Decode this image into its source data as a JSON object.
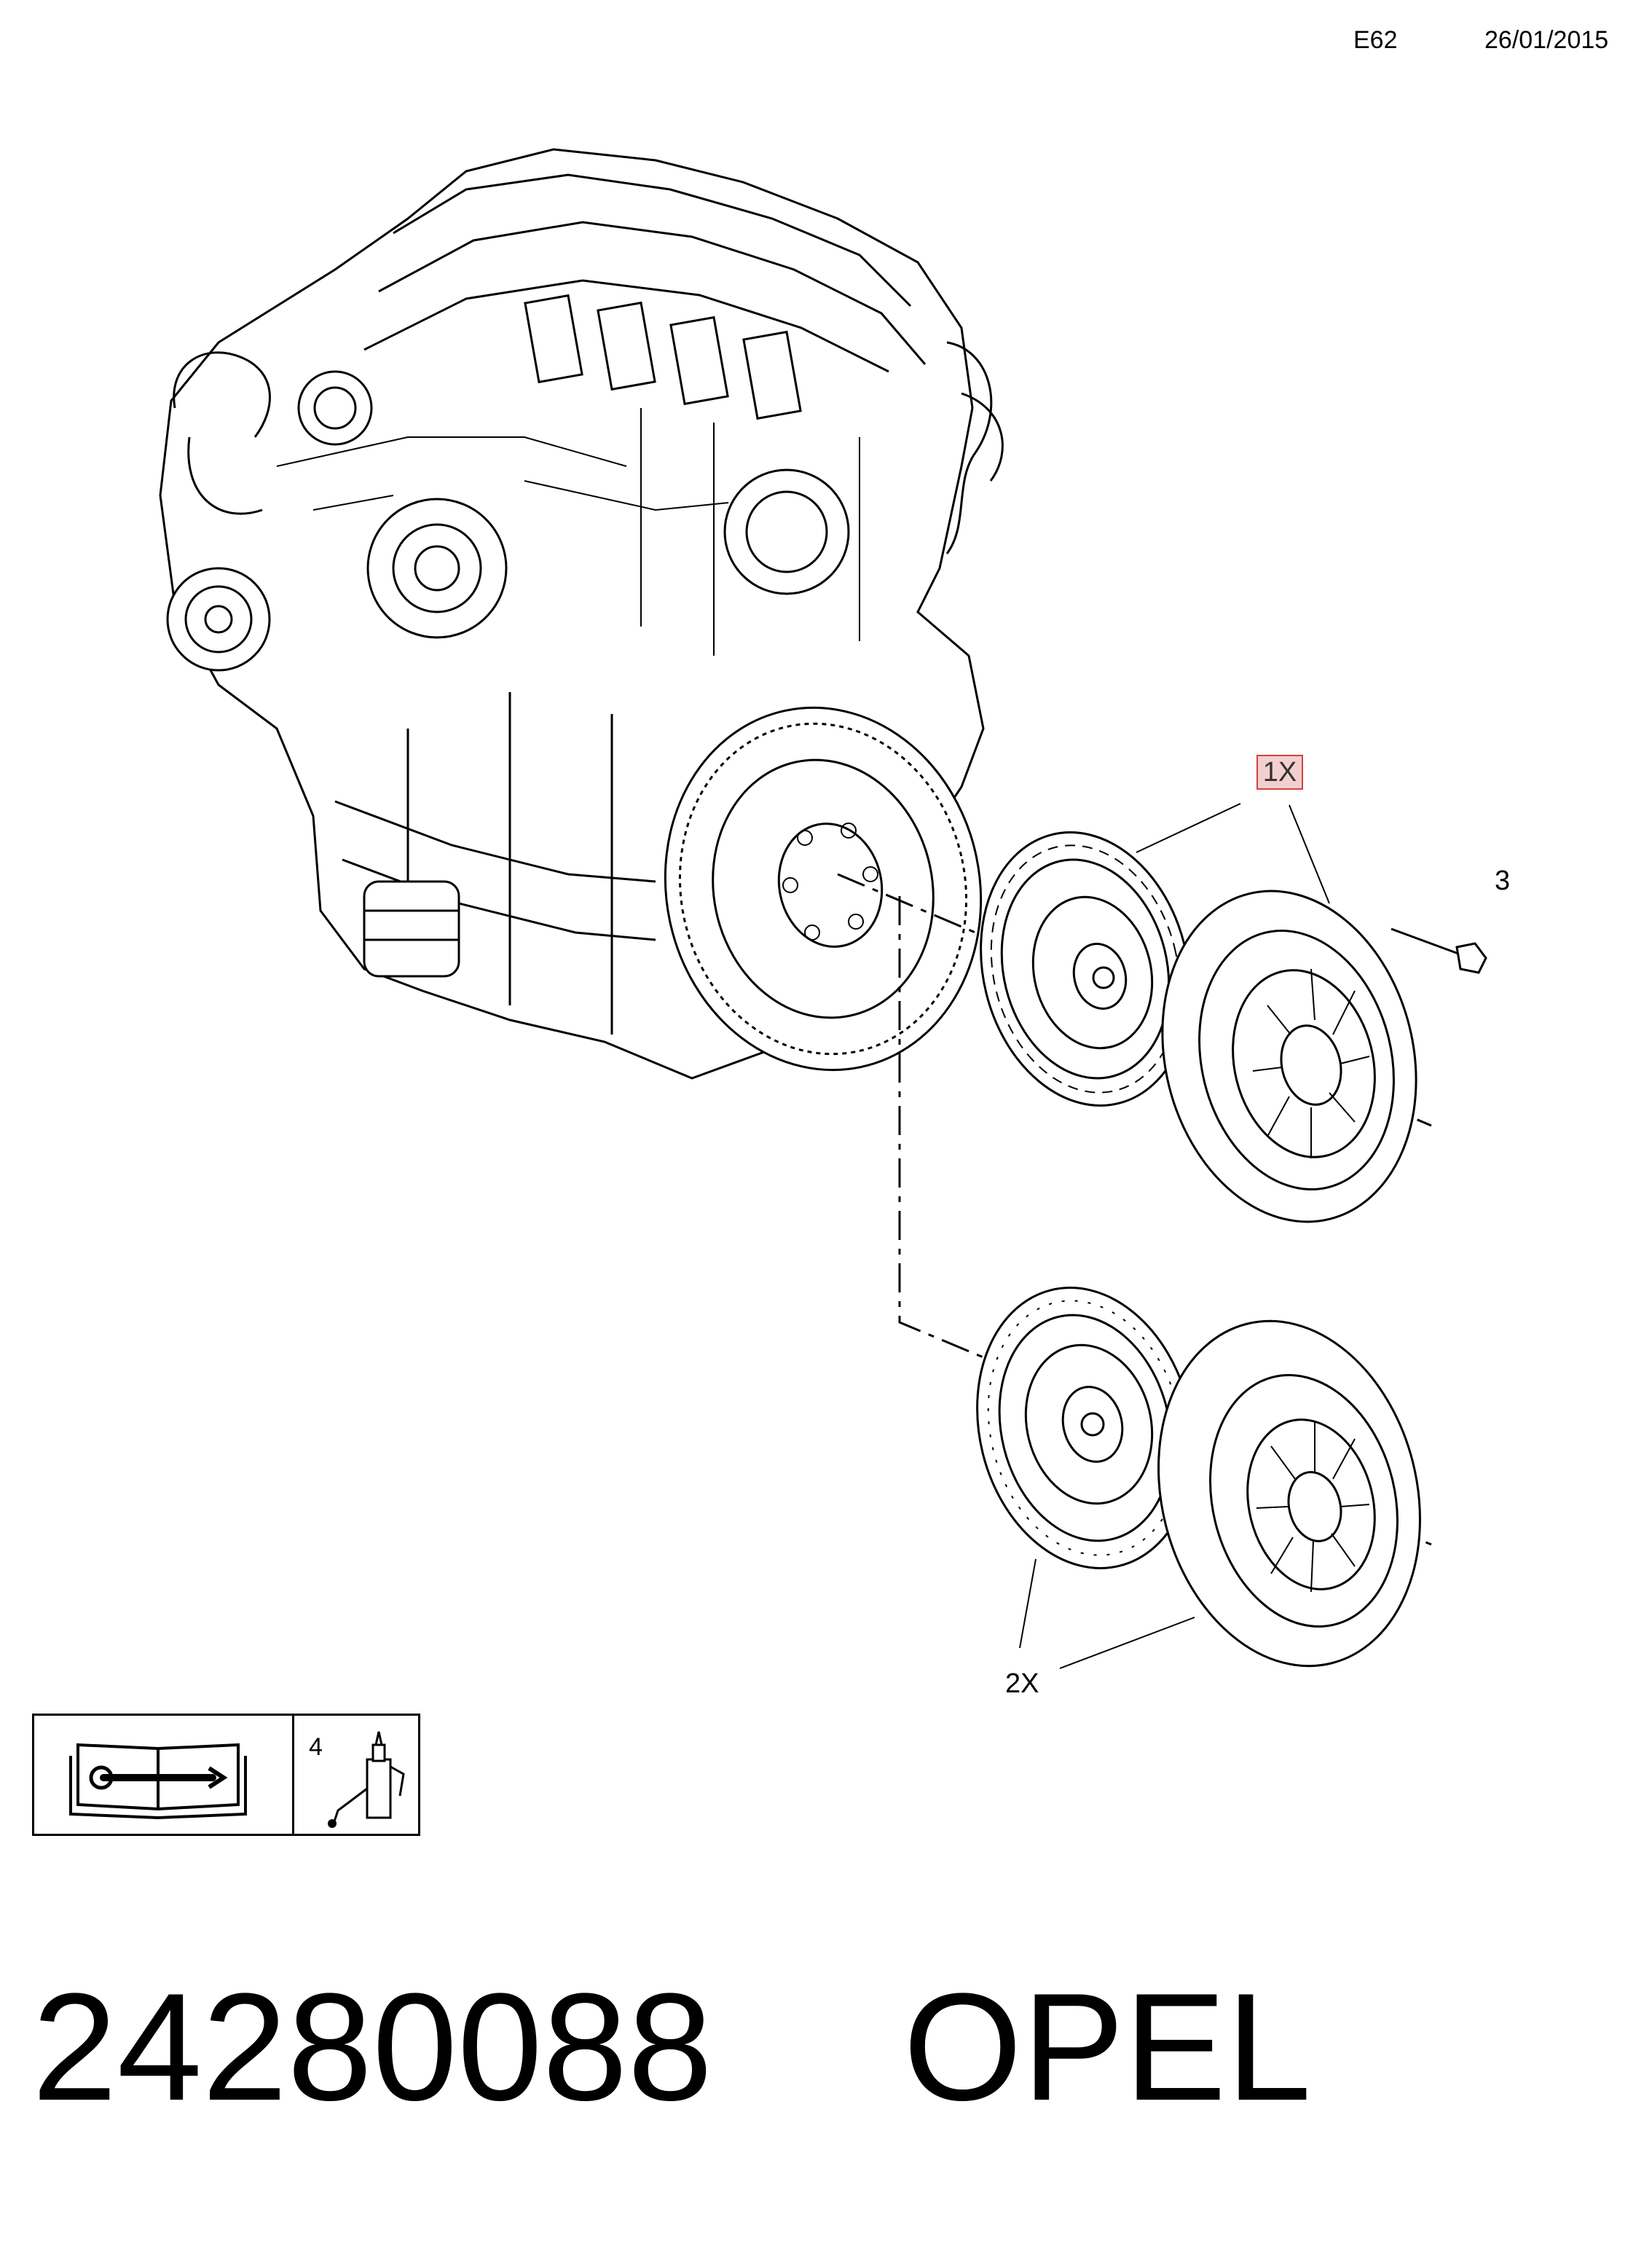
{
  "header": {
    "code": "E62",
    "date": "26/01/2015"
  },
  "callouts": {
    "clutch_kit": "1X",
    "bolt": "3",
    "alt_kit": "2X",
    "adhesive": "4"
  },
  "footer": {
    "part_number": "24280088",
    "brand": "OPEL"
  },
  "icons": {
    "manual": "repair-manual-icon",
    "adhesive": "adhesive-bottle-icon"
  },
  "colors": {
    "highlight_fill": "#f4cfcf",
    "highlight_border": "#d0453f"
  }
}
